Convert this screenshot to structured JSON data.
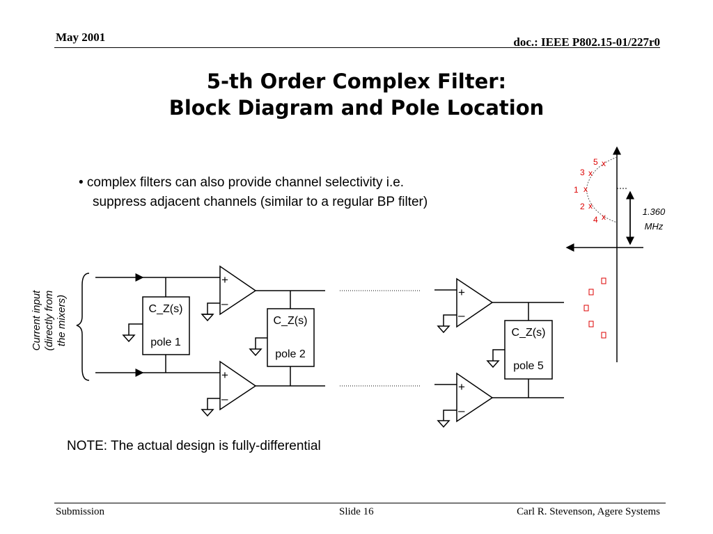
{
  "header": {
    "date": "May 2001",
    "doc_id": "doc.: IEEE P802.15-01/227r0"
  },
  "title": {
    "line1": "5-th Order Complex Filter:",
    "line2": "Block Diagram and Pole Location"
  },
  "bullet": {
    "line1": "• complex filters can also provide channel selectivity i.e.",
    "line2": "suppress adjacent channels (similar to a regular BP filter)"
  },
  "diagram": {
    "input_label": [
      "Current input",
      "(directly from",
      "the mixers)"
    ],
    "blocks": [
      {
        "name": "C_Z(s)",
        "pole": "pole 1"
      },
      {
        "name": "C_Z(s)",
        "pole": "pole 2"
      },
      {
        "name": "C_Z(s)",
        "pole": "pole 5"
      }
    ],
    "plus": "+",
    "minus": "–"
  },
  "pole_plot": {
    "poles": [
      {
        "label": "5",
        "marker": "x"
      },
      {
        "label": "3",
        "marker": "x"
      },
      {
        "label": "1",
        "marker": "x"
      },
      {
        "label": "2",
        "marker": "x"
      },
      {
        "label": "4",
        "marker": "x"
      }
    ],
    "bandwidth_value": "1.360",
    "bandwidth_unit": "MHz",
    "pole_color": "#dd0000"
  },
  "note": "NOTE: The actual design is fully-differential",
  "footer": {
    "left": "Submission",
    "center": "Slide 16",
    "right": "Carl R. Stevenson, Agere Systems"
  }
}
